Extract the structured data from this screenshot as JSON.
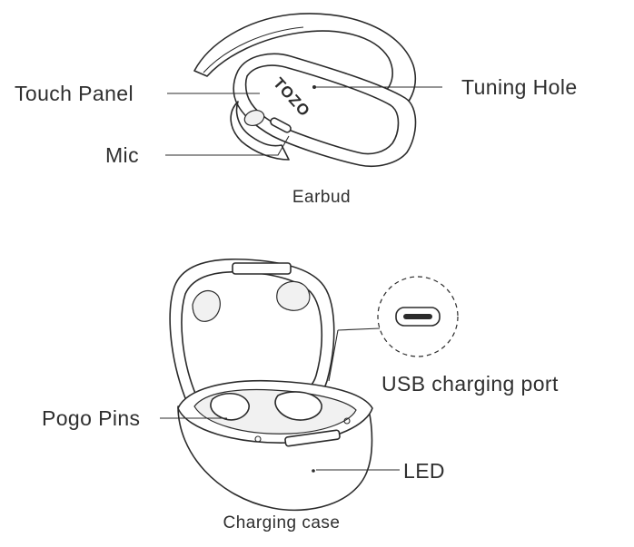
{
  "earbud": {
    "caption": "Earbud",
    "brand_logo": "TOZO",
    "labels": {
      "touch_panel": "Touch Panel",
      "tuning_hole": "Tuning Hole",
      "mic": "Mic"
    }
  },
  "case": {
    "caption": "Charging case",
    "labels": {
      "usb_port": "USB charging port",
      "pogo_pins": "Pogo Pins",
      "led": "LED"
    }
  }
}
